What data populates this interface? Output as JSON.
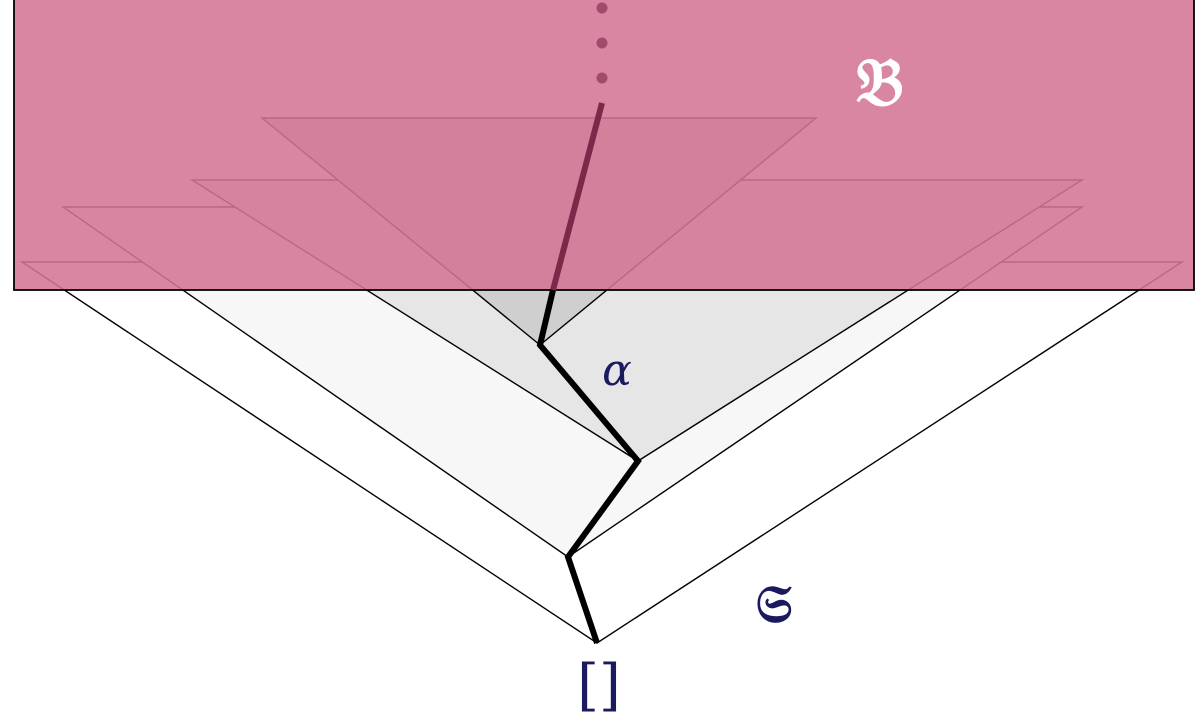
{
  "diagram": {
    "labels": {
      "region_label": "𝔅",
      "node_label": "α",
      "tree_label": "𝔖",
      "root_label": "[]"
    },
    "colors": {
      "region_fill": "#d47596",
      "region_stroke": "#000000",
      "cone_stroke": "#000000",
      "cone_light_fill": "#f7f7f7",
      "cone_mid_fill": "#e6e6e6",
      "cone_dark_fill": "#cfcfcf",
      "path_color": "#000000",
      "path_in_region_color": "#7a2a48",
      "region_label_color": "#ffffff",
      "text_label_color": "#1c1a5e"
    }
  }
}
